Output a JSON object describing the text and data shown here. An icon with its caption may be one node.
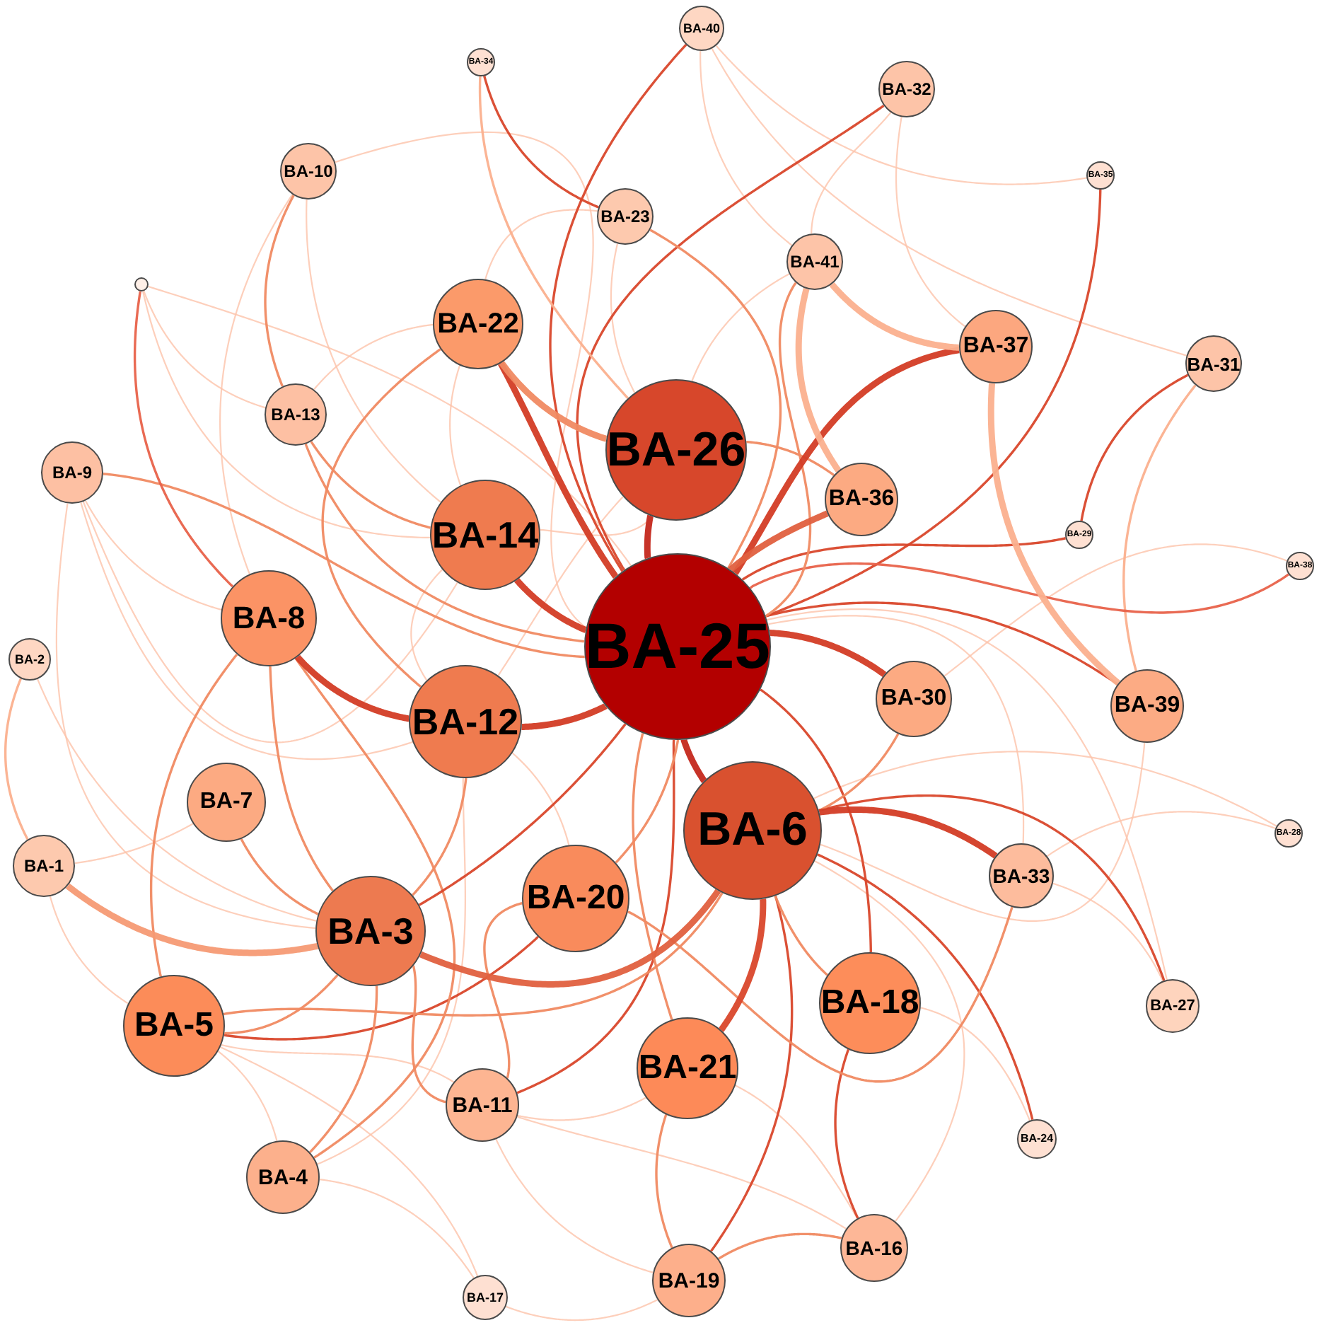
{
  "diagram": {
    "nodes": [
      {
        "text": [
          "BA-40"
        ]
      },
      {
        "text": [
          "BA-34"
        ]
      },
      {
        "text": [
          "BA-32"
        ]
      },
      {
        "text": [
          "BA-10"
        ]
      },
      {
        "text": [
          "BA-35"
        ]
      },
      {
        "text": [
          "BA-23"
        ]
      },
      {
        "text": [
          "BA-41"
        ]
      },
      {
        "text": [],
        "shape": "circle"
      },
      {
        "text": [
          "BA-22"
        ]
      },
      {
        "text": [
          "BA-37"
        ]
      },
      {
        "text": [
          "BA-31"
        ]
      },
      {
        "text": [
          "BA-13"
        ]
      },
      {
        "text": [
          "BA-26"
        ]
      },
      {
        "text": [
          "BA-9"
        ]
      },
      {
        "text": [
          "BA-36"
        ]
      },
      {
        "text": [
          "BA-14"
        ]
      },
      {
        "text": [
          "BA-29"
        ]
      },
      {
        "text": [
          "BA-38"
        ]
      },
      {
        "text": [
          "BA-8"
        ]
      },
      {
        "text": [
          "BA-25"
        ]
      },
      {
        "text": [
          "BA-2"
        ]
      },
      {
        "text": [
          "BA-30"
        ]
      },
      {
        "text": [
          "BA-39"
        ]
      },
      {
        "text": [
          "BA-12"
        ]
      },
      {
        "text": [
          "BA-7"
        ]
      },
      {
        "text": [
          "BA-6"
        ]
      },
      {
        "text": [
          "BA-28"
        ]
      },
      {
        "text": [
          "BA-1"
        ]
      },
      {
        "text": [
          "BA-33"
        ]
      },
      {
        "text": [
          "BA-20"
        ]
      },
      {
        "text": [
          "BA-3"
        ]
      },
      {
        "text": [
          "BA-18"
        ]
      },
      {
        "text": [
          "BA-27"
        ]
      },
      {
        "text": [
          "BA-5"
        ]
      },
      {
        "text": [
          "BA-21"
        ]
      },
      {
        "text": [
          "BA-11"
        ]
      },
      {
        "text": [
          "BA-24"
        ]
      },
      {
        "text": [
          "BA-4"
        ]
      },
      {
        "text": [
          "BA-16"
        ]
      },
      {
        "text": [
          "BA-19"
        ]
      },
      {
        "text": [
          "BA-17"
        ]
      }
    ],
    "edges": [
      {
        "from": 27,
        "to": 30,
        "arrow": "none",
        "style": "thick",
        "color": "#f59a74"
      },
      {
        "from": 30,
        "to": 25,
        "arrow": "none",
        "style": "thick",
        "color": "#e0603f"
      },
      {
        "from": 8,
        "to": 19,
        "arrow": "none",
        "style": "thick",
        "color": "#d33c25"
      },
      {
        "from": 8,
        "to": 12,
        "arrow": "none",
        "style": "thick",
        "color": "#f08a62"
      },
      {
        "from": 15,
        "to": 19,
        "arrow": "none",
        "style": "thick",
        "color": "#d33c25"
      },
      {
        "from": 12,
        "to": 19,
        "arrow": "none",
        "style": "thick",
        "color": "#c4281c"
      },
      {
        "from": 19,
        "to": 25,
        "arrow": "none",
        "style": "thick",
        "color": "#c4281c"
      },
      {
        "from": 18,
        "to": 23,
        "arrow": "none",
        "style": "thick",
        "color": "#d33c25"
      },
      {
        "from": 23,
        "to": 19,
        "arrow": "none",
        "style": "thick",
        "color": "#d33c25"
      },
      {
        "from": 9,
        "to": 19,
        "arrow": "none",
        "style": "thick",
        "color": "#d33c25"
      },
      {
        "from": 6,
        "to": 9,
        "arrow": "none",
        "style": "thick",
        "color": "#fbb08e"
      },
      {
        "from": 9,
        "to": 22,
        "arrow": "none",
        "style": "thick",
        "color": "#fbb08e"
      },
      {
        "from": 6,
        "to": 14,
        "arrow": "none",
        "style": "thick",
        "color": "#fbb08e"
      },
      {
        "from": 4,
        "to": 19,
        "arrow": "none",
        "color": "#d9472b"
      },
      {
        "from": 0,
        "to": 19,
        "arrow": "none",
        "color": "#d9472b"
      },
      {
        "from": 2,
        "to": 19,
        "arrow": "none",
        "color": "#d9472b"
      },
      {
        "from": 1,
        "to": 5,
        "arrow": "none",
        "color": "#d9472b"
      },
      {
        "from": 1,
        "to": 12,
        "arrow": "none",
        "color": "#fbb08e"
      },
      {
        "from": 11,
        "to": 15,
        "arrow": "none",
        "color": "#f08a62"
      },
      {
        "from": 11,
        "to": 19,
        "arrow": "none",
        "color": "#f08a62"
      },
      {
        "from": 13,
        "to": 19,
        "arrow": "none",
        "color": "#f08a62"
      },
      {
        "from": 3,
        "to": 11,
        "arrow": "none",
        "color": "#f08a62"
      },
      {
        "from": 14,
        "to": 12,
        "arrow": "none",
        "color": "#f08a62"
      },
      {
        "from": 21,
        "to": 19,
        "arrow": "none",
        "style": "thick",
        "color": "#d33c25"
      },
      {
        "from": 22,
        "to": 19,
        "arrow": "none",
        "color": "#d9472b"
      },
      {
        "from": 28,
        "to": 25,
        "arrow": "none",
        "style": "thick",
        "color": "#d33c25"
      },
      {
        "from": 32,
        "to": 25,
        "arrow": "none",
        "color": "#d9472b"
      },
      {
        "from": 31,
        "to": 19,
        "arrow": "none",
        "color": "#d9472b"
      },
      {
        "from": 31,
        "to": 38,
        "arrow": "none",
        "color": "#d9472b"
      },
      {
        "from": 34,
        "to": 25,
        "arrow": "none",
        "style": "thick",
        "color": "#d9472b"
      },
      {
        "from": 39,
        "to": 25,
        "arrow": "none",
        "color": "#d9472b"
      },
      {
        "from": 35,
        "to": 19,
        "arrow": "none",
        "color": "#d9472b"
      },
      {
        "from": 33,
        "to": 29,
        "arrow": "none",
        "color": "#d9472b"
      },
      {
        "from": 33,
        "to": 25,
        "arrow": "none",
        "color": "#f08a62"
      },
      {
        "from": 33,
        "to": 30,
        "arrow": "none",
        "color": "#f08a62"
      },
      {
        "from": 24,
        "to": 30,
        "arrow": "none",
        "color": "#f08a62"
      },
      {
        "from": 18,
        "to": 30,
        "arrow": "none",
        "color": "#f08a62"
      },
      {
        "from": 18,
        "to": 33,
        "arrow": "none",
        "color": "#f08a62"
      },
      {
        "from": 37,
        "to": 30,
        "arrow": "none",
        "color": "#f08a62"
      },
      {
        "from": 37,
        "to": 18,
        "arrow": "none",
        "color": "#f08a62"
      },
      {
        "from": 30,
        "to": 23,
        "arrow": "none",
        "color": "#f08a62"
      },
      {
        "from": 30,
        "to": 19,
        "arrow": "none",
        "color": "#d9472b"
      },
      {
        "from": 29,
        "to": 19,
        "arrow": "none",
        "color": "#f08a62"
      },
      {
        "from": 29,
        "to": 23,
        "arrow": "none"
      },
      {
        "from": 29,
        "to": 35,
        "arrow": "none",
        "color": "#f08a62"
      },
      {
        "from": 34,
        "to": 39,
        "arrow": "none",
        "color": "#f08a62"
      },
      {
        "from": 34,
        "to": 19,
        "arrow": "none",
        "color": "#f08a62"
      },
      {
        "from": 38,
        "to": 39,
        "arrow": "none",
        "color": "#f08a62"
      },
      {
        "from": 40,
        "to": 39,
        "arrow": "none"
      },
      {
        "from": 40,
        "to": 37,
        "arrow": "none"
      },
      {
        "from": 36,
        "to": 25,
        "arrow": "none",
        "color": "#d9472b"
      },
      {
        "from": 20,
        "to": 27,
        "arrow": "none",
        "color": "#fbb08e"
      },
      {
        "from": 20,
        "to": 30,
        "arrow": "none"
      },
      {
        "from": 27,
        "to": 24,
        "arrow": "none"
      },
      {
        "from": 27,
        "to": 33,
        "arrow": "none"
      },
      {
        "from": 16,
        "to": 19,
        "arrow": "none",
        "color": "#d9472b"
      },
      {
        "from": 10,
        "to": 16,
        "arrow": "none",
        "color": "#d9472b"
      },
      {
        "from": 10,
        "to": 22,
        "arrow": "none",
        "color": "#fbb08e"
      },
      {
        "from": 17,
        "to": 19,
        "arrow": "none",
        "color": "#e8624a"
      },
      {
        "from": 17,
        "to": 21,
        "arrow": "none"
      },
      {
        "from": 26,
        "to": 28,
        "arrow": "none"
      },
      {
        "from": 26,
        "to": 25,
        "arrow": "none"
      },
      {
        "from": 0,
        "to": 10,
        "arrow": "none"
      },
      {
        "from": 0,
        "to": 4,
        "arrow": "none"
      },
      {
        "from": 0,
        "to": 6,
        "arrow": "none"
      },
      {
        "from": 2,
        "to": 6,
        "arrow": "none"
      },
      {
        "from": 2,
        "to": 9,
        "arrow": "none"
      },
      {
        "from": 5,
        "to": 12,
        "arrow": "none"
      },
      {
        "from": 5,
        "to": 19,
        "arrow": "none",
        "color": "#f08a62"
      },
      {
        "from": 5,
        "to": 8,
        "arrow": "none"
      },
      {
        "from": 8,
        "to": 15,
        "arrow": "none"
      },
      {
        "from": 8,
        "to": 23,
        "arrow": "none",
        "color": "#f08a62"
      },
      {
        "from": 8,
        "to": 11,
        "arrow": "none"
      },
      {
        "from": 15,
        "to": 23,
        "arrow": "none"
      },
      {
        "from": 15,
        "to": 12,
        "arrow": "none"
      },
      {
        "from": 7,
        "to": 11,
        "arrow": "none"
      },
      {
        "from": 7,
        "to": 18,
        "arrow": "none",
        "color": "#e8624a"
      },
      {
        "from": 7,
        "to": 15,
        "arrow": "none"
      },
      {
        "from": 7,
        "to": 19,
        "arrow": "none"
      },
      {
        "from": 3,
        "to": 15,
        "arrow": "none"
      },
      {
        "from": 3,
        "to": 19,
        "arrow": "none"
      },
      {
        "from": 3,
        "to": 18,
        "arrow": "none"
      },
      {
        "from": 13,
        "to": 15,
        "arrow": "none"
      },
      {
        "from": 13,
        "to": 18,
        "arrow": "none"
      },
      {
        "from": 13,
        "to": 30,
        "arrow": "none"
      },
      {
        "from": 13,
        "to": 23,
        "arrow": "none"
      },
      {
        "from": 25,
        "to": 31,
        "arrow": "none",
        "color": "#f08a62"
      },
      {
        "from": 25,
        "to": 21,
        "arrow": "none",
        "color": "#f08a62"
      },
      {
        "from": 28,
        "to": 19,
        "arrow": "none"
      },
      {
        "from": 28,
        "to": 29,
        "arrow": "none",
        "color": "#f08a62"
      },
      {
        "from": 22,
        "to": 25,
        "arrow": "none"
      },
      {
        "from": 14,
        "to": 19,
        "arrow": "none",
        "style": "thick",
        "color": "#e0603f"
      },
      {
        "from": 6,
        "to": 12,
        "arrow": "none"
      },
      {
        "from": 6,
        "to": 19,
        "arrow": "none",
        "color": "#f08a62"
      },
      {
        "from": 23,
        "to": 12,
        "arrow": "none"
      },
      {
        "from": 35,
        "to": 30,
        "arrow": "none",
        "color": "#f08a62"
      },
      {
        "from": 35,
        "to": 33,
        "arrow": "none"
      },
      {
        "from": 35,
        "to": 39,
        "arrow": "none"
      },
      {
        "from": 35,
        "to": 34,
        "arrow": "none"
      },
      {
        "from": 37,
        "to": 33,
        "arrow": "none"
      },
      {
        "from": 37,
        "to": 23,
        "arrow": "none"
      },
      {
        "from": 38,
        "to": 34,
        "arrow": "none"
      },
      {
        "from": 38,
        "to": 25,
        "arrow": "none"
      },
      {
        "from": 38,
        "to": 35,
        "arrow": "none"
      },
      {
        "from": 40,
        "to": 33,
        "arrow": "none"
      },
      {
        "from": 32,
        "to": 19,
        "arrow": "none"
      },
      {
        "from": 32,
        "to": 28,
        "arrow": "none"
      },
      {
        "from": 36,
        "to": 31,
        "arrow": "none"
      }
    ]
  }
}
